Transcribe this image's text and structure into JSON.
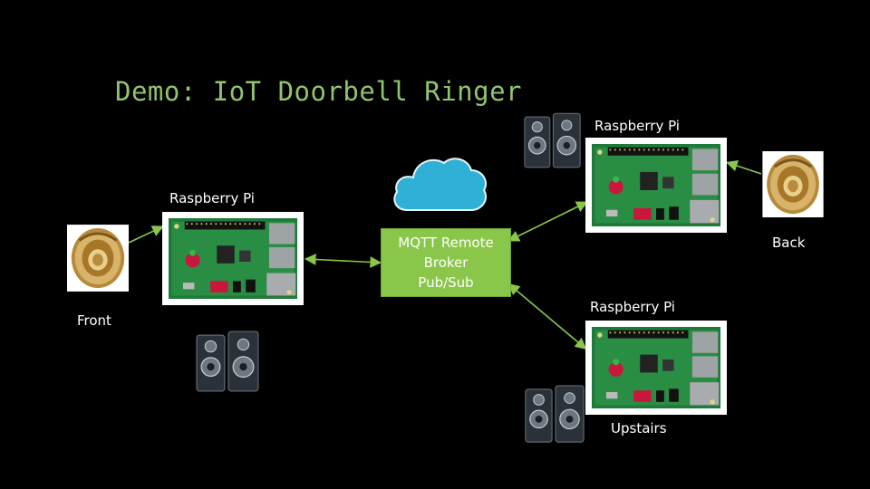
{
  "title": "Demo: IoT Doorbell Ringer",
  "labels": {
    "pi_front": "Raspberry Pi",
    "pi_back": "Raspberry Pi",
    "pi_upstairs": "Raspberry Pi",
    "front": "Front",
    "back": "Back",
    "upstairs": "Upstairs"
  },
  "broker": {
    "line1": "MQTT Remote",
    "line2": "Broker",
    "line3": "Pub/Sub"
  },
  "colors": {
    "title": "#92c36d",
    "broker_fill": "#8ac64a",
    "arrow": "#8ac64a",
    "cloud": "#2fb0d6"
  },
  "icons": [
    "cloud-icon",
    "doorbell-icon",
    "speaker-icon",
    "raspberry-pi-board-image"
  ]
}
